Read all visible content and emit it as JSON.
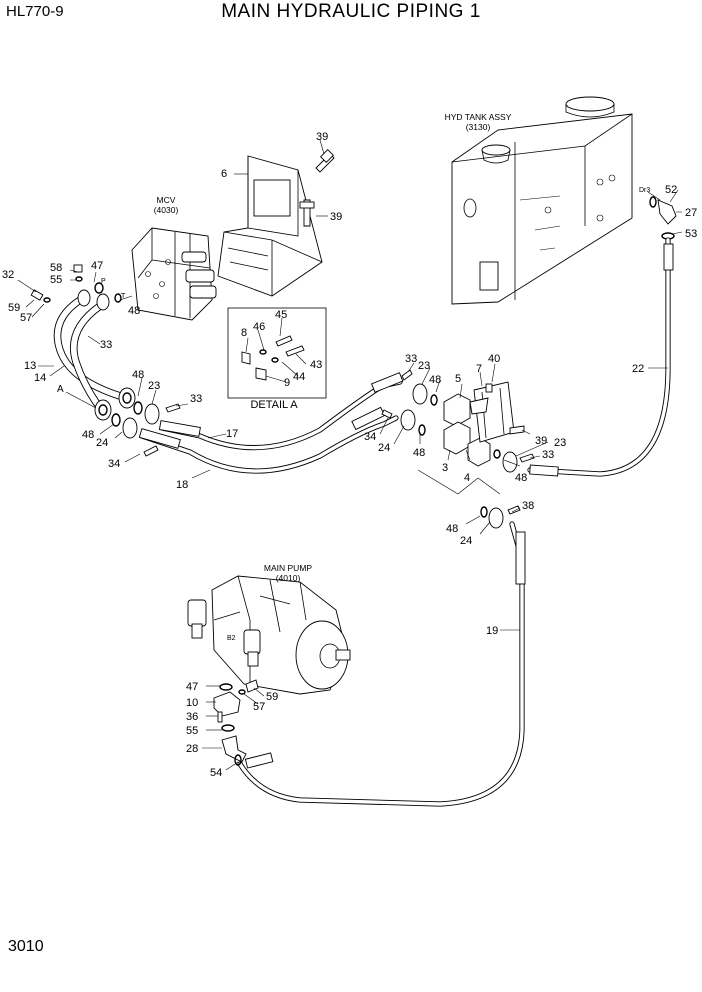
{
  "header": {
    "model": "HL770-9",
    "title": "MAIN HYDRAULIC PIPING 1"
  },
  "footer": {
    "page": "3010"
  },
  "components": {
    "mcv": {
      "name": "MCV",
      "code": "(4030)",
      "port_p": "P",
      "port_t": "T"
    },
    "tank": {
      "name": "HYD TANK ASSY",
      "code": "(3130)",
      "port": "Dr3"
    },
    "pump": {
      "name": "MAIN PUMP",
      "code": "(4010)",
      "port": "B2"
    },
    "detail": {
      "label": "DETAIL A",
      "ref": "A"
    }
  },
  "callouts": {
    "c39a": "39",
    "c6": "6",
    "c39b": "39",
    "c32": "32",
    "c58": "58",
    "c47a": "47",
    "c55a": "55",
    "c59a": "59",
    "c57a": "57",
    "c48a": "48",
    "c33a": "33",
    "c13": "13",
    "c14": "14",
    "c8": "8",
    "c46": "46",
    "c45": "45",
    "c43": "43",
    "c44": "44",
    "c9": "9",
    "c48b": "48",
    "c23a": "23",
    "c33b": "33",
    "c48c": "48",
    "c24a": "24",
    "c17": "17",
    "c34a": "34",
    "c18": "18",
    "c33c": "33",
    "c23b": "23",
    "c48d": "48",
    "c40": "40",
    "c5": "5",
    "c7": "7",
    "c34b": "34",
    "c24b": "24",
    "c48e": "48",
    "c39c": "39",
    "c3": "3",
    "c4": "4",
    "c23c": "23",
    "c33d": "33",
    "c48f": "48",
    "c52": "52",
    "c27": "27",
    "c53": "53",
    "c22": "22",
    "c38": "38",
    "c48g": "48",
    "c24c": "24",
    "c19": "19",
    "c47b": "47",
    "c59b": "59",
    "c10": "10",
    "c57b": "57",
    "c36": "36",
    "c55b": "55",
    "c28": "28",
    "c54": "54"
  }
}
